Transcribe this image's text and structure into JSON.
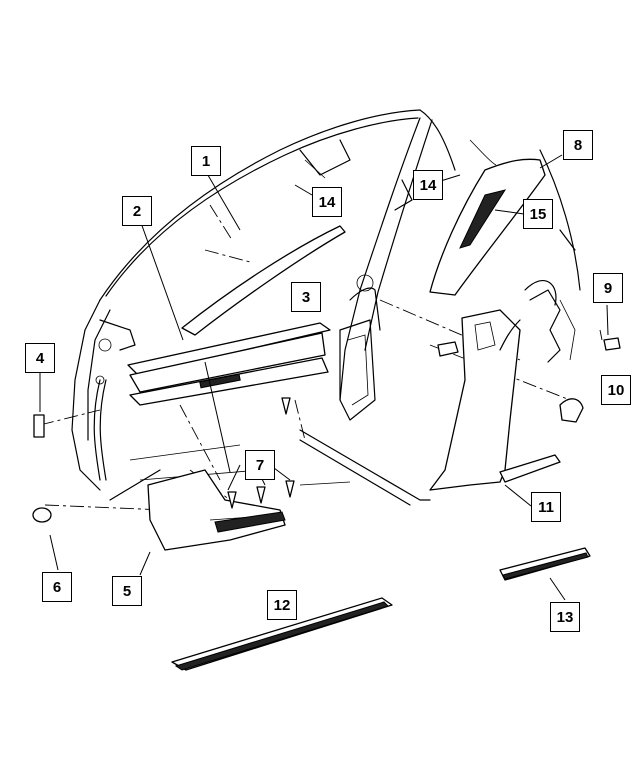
{
  "callouts": {
    "c1": "1",
    "c2": "2",
    "c3": "3",
    "c4": "4",
    "c5": "5",
    "c6": "6",
    "c7": "7",
    "c8": "8",
    "c9": "9",
    "c10": "10",
    "c11": "11",
    "c12": "12",
    "c13": "13",
    "c14a": "14",
    "c14b": "14",
    "c15": "15"
  }
}
